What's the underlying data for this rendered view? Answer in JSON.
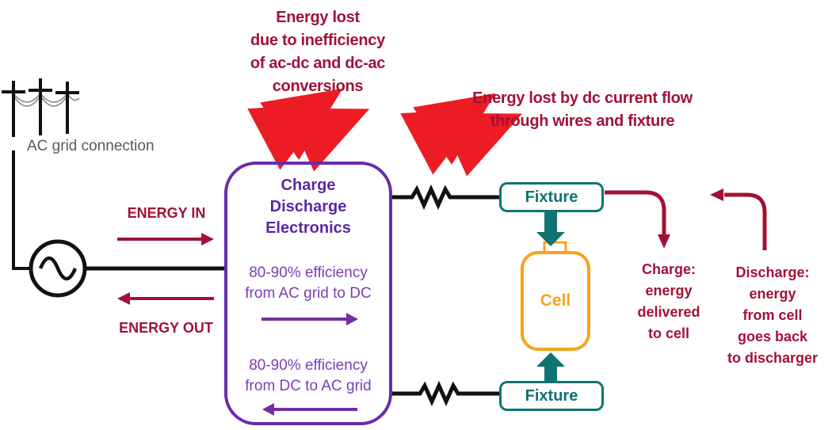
{
  "title": "Battery charge-discharge energy flow diagram",
  "colors": {
    "crimson_text": "#A11237",
    "heat_red": "#ED1C24",
    "purple": "#6B2BA8",
    "teal": "#0E7472",
    "orange": "#F9A21B",
    "gray_label": "#595959",
    "wire_black": "#111111"
  },
  "labels": {
    "conversion_loss": {
      "lines": [
        "Energy lost",
        "due to inefficiency",
        "of ac-dc and dc-ac",
        "conversions"
      ]
    },
    "wire_loss": {
      "lines": [
        "Energy lost by dc current flow",
        "through wires and fixture"
      ]
    },
    "ac_grid": "AC grid connection",
    "energy_in": "ENERGY IN",
    "energy_out": "ENERGY OUT",
    "electronics": {
      "lines": [
        "Charge",
        "Discharge",
        "Electronics"
      ]
    },
    "efficiency_charge": {
      "lines": [
        "80-90% efficiency",
        "from AC grid to DC"
      ]
    },
    "efficiency_discharge": {
      "lines": [
        "80-90% efficiency",
        "from DC to AC grid"
      ]
    },
    "fixture_top": "Fixture",
    "fixture_bottom": "Fixture",
    "cell": "Cell",
    "charge_note": {
      "lines": [
        "Charge:",
        "energy",
        "delivered",
        "to cell"
      ]
    },
    "discharge_note": {
      "lines": [
        "Discharge:",
        "energy",
        "from cell",
        "goes back",
        "to discharger"
      ]
    }
  }
}
